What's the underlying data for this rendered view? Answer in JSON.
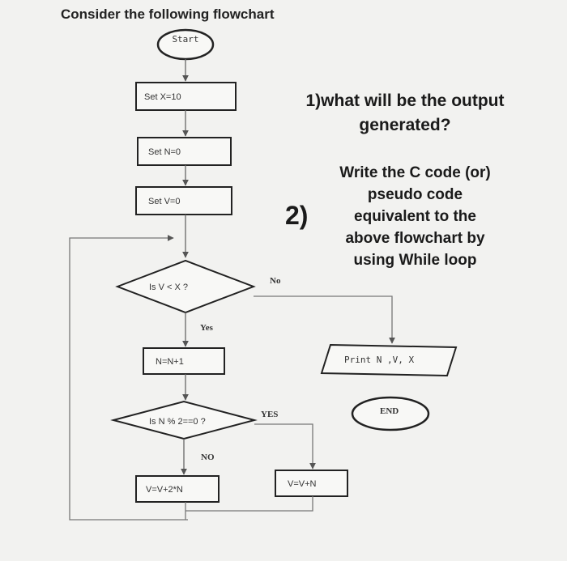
{
  "title": "Consider the following flowchart",
  "question1": "1)what will be the output generated?",
  "question2_number": "2)",
  "question2": "Write the C code (or) pseudo code equivalent to the above flowchart by using While loop",
  "flowchart": {
    "start": "Start",
    "set_x": "Set X=10",
    "set_n": "Set N=0",
    "set_v": "Set V=0",
    "decision1": "Is V < X ?",
    "decision1_yes": "Yes",
    "decision1_no": "No",
    "n_increment": "N=N+1",
    "decision2": "Is N % 2==0 ?",
    "decision2_yes": "YES",
    "decision2_no": "NO",
    "v_plus_2n": "V=V+2*N",
    "v_plus_n": "V=V+N",
    "print": "Print N ,V, X",
    "end": "END"
  }
}
